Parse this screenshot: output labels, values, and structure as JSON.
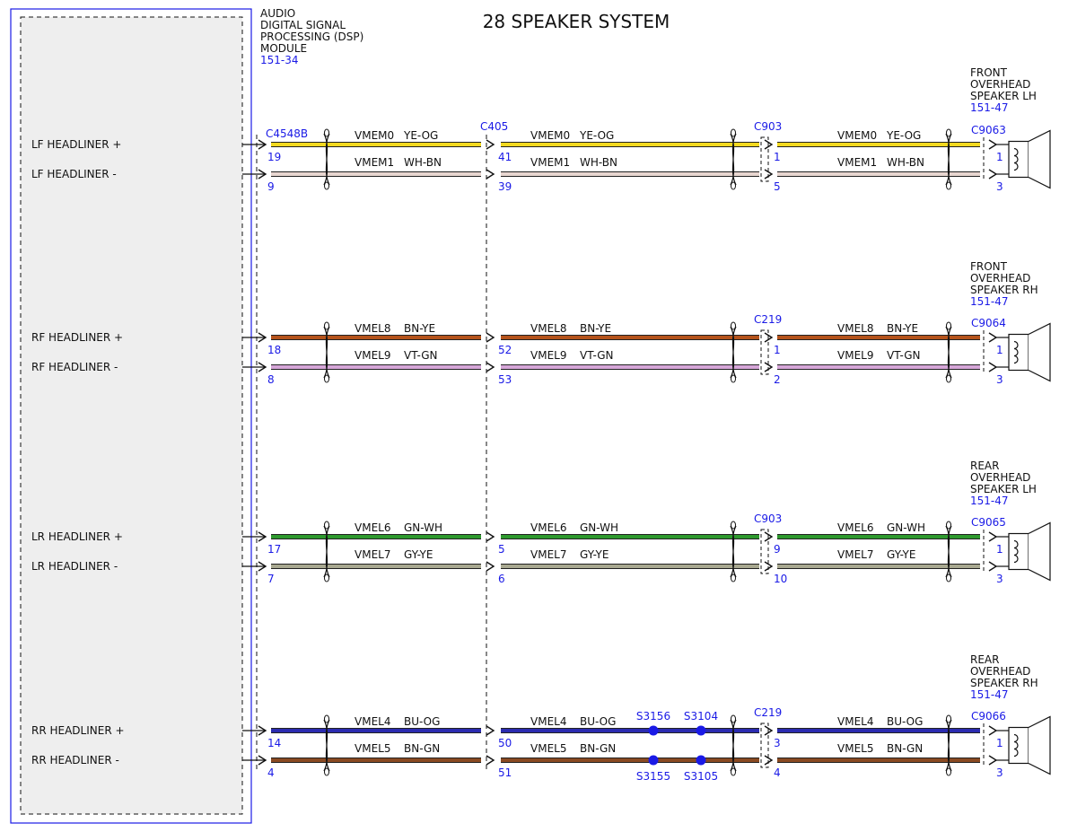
{
  "title": "28 SPEAKER SYSTEM",
  "module": {
    "lines": [
      "AUDIO",
      "DIGITAL SIGNAL",
      "PROCESSING (DSP)",
      "MODULE"
    ],
    "ref": "151-34",
    "connector": "C4548B"
  },
  "colors": {
    "YE-OG": "#f2d91f",
    "WH-BN": "#e8d6d0",
    "BN-YE": "#b5531b",
    "VT-GN": "#d6a6d8",
    "GN-WH": "#2e9a2e",
    "GY-YE": "#a8a890",
    "BU-OG": "#2b2bb0",
    "BN-GN": "#8a4a22",
    "line": "#111111",
    "blue": "#1a1ae6"
  },
  "channels": [
    {
      "speaker_lines": [
        "FRONT",
        "OVERHEAD",
        "SPEAKER LH"
      ],
      "speaker_ref": "151-47",
      "mid_connector": "C405",
      "inline_connector": "C903",
      "speaker_connector": "C9063",
      "wires": [
        {
          "signal": "LF HEADLINER +",
          "circuit": "VMEM0",
          "color": "YE-OG",
          "pin_dsp": "19",
          "pin_mid": "41",
          "pin_inline": "1",
          "pin_spk": "1"
        },
        {
          "signal": "LF HEADLINER -",
          "circuit": "VMEM1",
          "color": "WH-BN",
          "pin_dsp": "9",
          "pin_mid": "39",
          "pin_inline": "5",
          "pin_spk": "3"
        }
      ]
    },
    {
      "speaker_lines": [
        "FRONT",
        "OVERHEAD",
        "SPEAKER RH"
      ],
      "speaker_ref": "151-47",
      "mid_connector": "",
      "inline_connector": "C219",
      "speaker_connector": "C9064",
      "wires": [
        {
          "signal": "RF HEADLINER +",
          "circuit": "VMEL8",
          "color": "BN-YE",
          "pin_dsp": "18",
          "pin_mid": "52",
          "pin_inline": "1",
          "pin_spk": "1"
        },
        {
          "signal": "RF HEADLINER -",
          "circuit": "VMEL9",
          "color": "VT-GN",
          "pin_dsp": "8",
          "pin_mid": "53",
          "pin_inline": "2",
          "pin_spk": "3"
        }
      ]
    },
    {
      "speaker_lines": [
        "REAR",
        "OVERHEAD",
        "SPEAKER LH"
      ],
      "speaker_ref": "151-47",
      "mid_connector": "",
      "inline_connector": "C903",
      "speaker_connector": "C9065",
      "wires": [
        {
          "signal": "LR HEADLINER +",
          "circuit": "VMEL6",
          "color": "GN-WH",
          "pin_dsp": "17",
          "pin_mid": "5",
          "pin_inline": "9",
          "pin_spk": "1"
        },
        {
          "signal": "LR HEADLINER -",
          "circuit": "VMEL7",
          "color": "GY-YE",
          "pin_dsp": "7",
          "pin_mid": "6",
          "pin_inline": "10",
          "pin_spk": "3"
        }
      ]
    },
    {
      "speaker_lines": [
        "REAR",
        "OVERHEAD",
        "SPEAKER RH"
      ],
      "speaker_ref": "151-47",
      "mid_connector": "",
      "inline_connector": "C219",
      "speaker_connector": "C9066",
      "wires": [
        {
          "signal": "RR HEADLINER +",
          "circuit": "VMEL4",
          "color": "BU-OG",
          "pin_dsp": "14",
          "pin_mid": "50",
          "pin_inline": "3",
          "pin_spk": "1",
          "splices": [
            "S3156",
            "S3104"
          ]
        },
        {
          "signal": "RR HEADLINER -",
          "circuit": "VMEL5",
          "color": "BN-GN",
          "pin_dsp": "4",
          "pin_mid": "51",
          "pin_inline": "4",
          "pin_spk": "3",
          "splices": [
            "S3155",
            "S3105"
          ]
        }
      ]
    }
  ]
}
